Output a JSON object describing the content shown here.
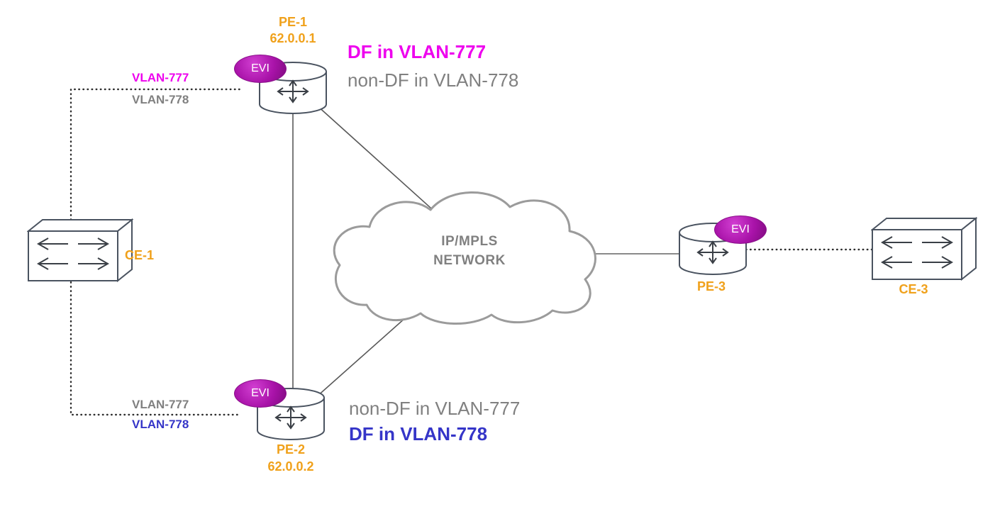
{
  "colors": {
    "orange": "#F0A11B",
    "magenta": "#EE00EE",
    "gray": "#808080",
    "blue": "#3535C8",
    "evi": "#A812A8",
    "line": "#595959"
  },
  "devices": {
    "ce1": {
      "label": "CE-1"
    },
    "pe1": {
      "label": "PE-1",
      "ip": "62.0.0.1",
      "evi": "EVI"
    },
    "pe2": {
      "label": "PE-2",
      "ip": "62.0.0.2",
      "evi": "EVI"
    },
    "pe3": {
      "label": "PE-3",
      "evi": "EVI"
    },
    "ce3": {
      "label": "CE-3"
    }
  },
  "cloud": {
    "line1": "IP/MPLS",
    "line2": "NETWORK"
  },
  "links": {
    "ce1_pe1": {
      "vlan_777": "VLAN-777",
      "vlan_778": "VLAN-778"
    },
    "ce1_pe2": {
      "vlan_777": "VLAN-777",
      "vlan_778": "VLAN-778"
    }
  },
  "annotations": {
    "pe1_df": "DF in VLAN-777",
    "pe1_nondf": "non-DF in VLAN-778",
    "pe2_nondf": "non-DF in VLAN-777",
    "pe2_df": "DF in VLAN-778"
  }
}
